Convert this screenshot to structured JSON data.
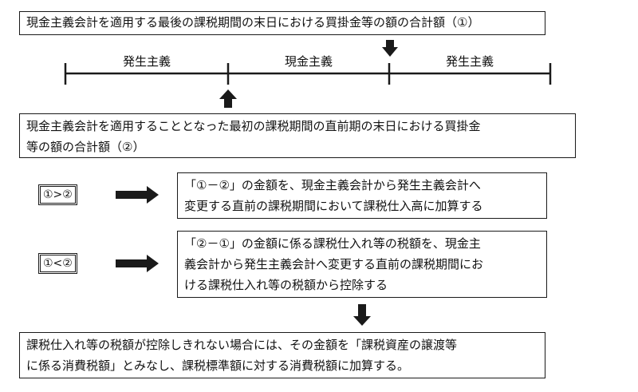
{
  "top_box": {
    "text": "現金主義会計を適用する最後の課税期間の末日における買掛金等の額の合計額（①）"
  },
  "timeline": {
    "segments": [
      "発生主義",
      "現金主義",
      "発生主義"
    ]
  },
  "second_box": {
    "line1": "現金主義会計を適用することとなった最初の課税期間の直前期の末日における買掛金",
    "line2": "等の額の合計額（②）"
  },
  "case1": {
    "condition": "①>②",
    "result_line1": "「①－②」の金額を、現金主義会計から発生主義会計へ",
    "result_line2": "変更する直前の課税期間において課税仕入高に加算する"
  },
  "case2": {
    "condition": "①<②",
    "result_line1": "「②－①」の金額に係る課税仕入れ等の税額を、現金主",
    "result_line2": "義会計から発生主義会計へ変更する直前の課税期間にお",
    "result_line3": "ける課税仕入れ等の税額から控除する"
  },
  "bottom_box": {
    "line1": "課税仕入れ等の税額が控除しきれない場合には、その金額を「課税資産の譲渡等",
    "line2": "に係る消費税額」とみなし、課税標準額に対する消費税額に加算する。"
  },
  "colors": {
    "line": "#1a1a1a",
    "text": "#111111",
    "background": "#ffffff"
  },
  "icons": [
    "arrow-down-icon",
    "arrow-up-icon",
    "arrow-right-icon"
  ]
}
